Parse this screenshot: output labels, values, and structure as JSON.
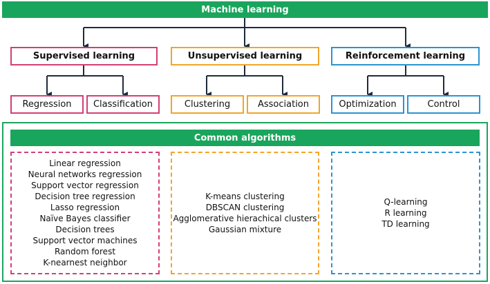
{
  "root": {
    "title": "Machine learning"
  },
  "categories": [
    {
      "key": "supervised",
      "label": "Supervised learning",
      "color": "#d13f73",
      "subs": [
        "Regression",
        "Classification"
      ]
    },
    {
      "key": "unsupervised",
      "label": "Unsupervised learning",
      "color": "#f0a52a",
      "subs": [
        "Clustering",
        "Association"
      ]
    },
    {
      "key": "reinforcement",
      "label": "Reinforcement learning",
      "color": "#2b93cf",
      "subs": [
        "Optimization",
        "Control"
      ]
    }
  ],
  "common": {
    "title": "Common algorithms",
    "supervised": [
      "Linear regression",
      "Neural networks regression",
      "Support vector regression",
      "Decision tree regression",
      "Lasso regression",
      "Naïve Bayes classifier",
      "Decision trees",
      "Support vector machines",
      "Random forest",
      "K-nearnest neighbor"
    ],
    "unsupervised": [
      "K-means clustering",
      "DBSCAN clustering",
      "Agglomerative hierachical clusters",
      "Gaussian mixture"
    ],
    "reinforcement": [
      "Q-learning",
      "R learning",
      "TD learning"
    ]
  },
  "colors": {
    "accent_green": "#1aa55c",
    "arrow": "#1f2a3a"
  }
}
